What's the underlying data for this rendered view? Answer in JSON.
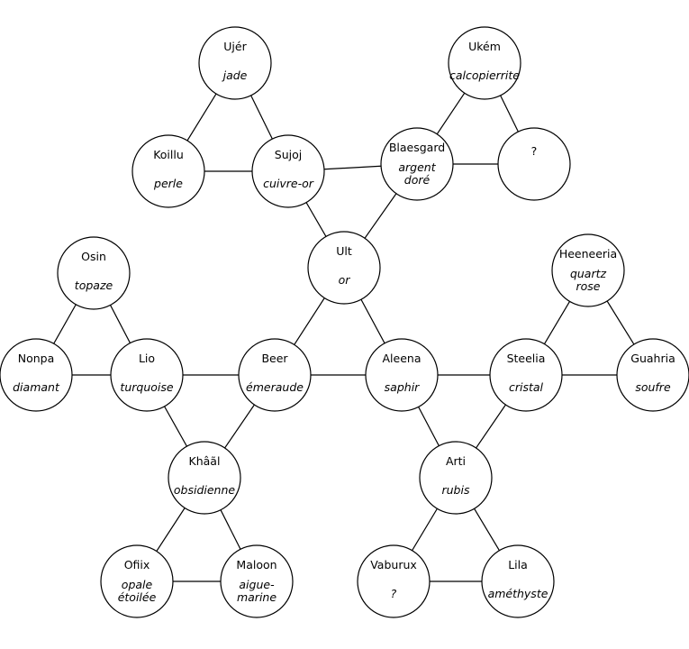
{
  "nodes": [
    {
      "id": "ujer",
      "name": "Ujér",
      "stone": [
        "jade"
      ]
    },
    {
      "id": "koillu",
      "name": "Koillu",
      "stone": [
        "perle"
      ]
    },
    {
      "id": "sujoj",
      "name": "Sujoj",
      "stone": [
        "cuivre-or"
      ]
    },
    {
      "id": "ukem",
      "name": "Ukém",
      "stone": [
        "calcopierrite"
      ]
    },
    {
      "id": "blaesgard",
      "name": "Blaesgard",
      "stone": [
        "argent",
        "doré"
      ]
    },
    {
      "id": "unknown1",
      "name": "?",
      "stone": []
    },
    {
      "id": "ult",
      "name": "Ult",
      "stone": [
        "or"
      ]
    },
    {
      "id": "osin",
      "name": "Osin",
      "stone": [
        "topaze"
      ]
    },
    {
      "id": "nonpa",
      "name": "Nonpa",
      "stone": [
        "diamant"
      ]
    },
    {
      "id": "lio",
      "name": "Lio",
      "stone": [
        "turquoise"
      ]
    },
    {
      "id": "beer",
      "name": "Beer",
      "stone": [
        "émeraude"
      ]
    },
    {
      "id": "aleena",
      "name": "Aleena",
      "stone": [
        "saphir"
      ]
    },
    {
      "id": "steelia",
      "name": "Steelia",
      "stone": [
        "cristal"
      ]
    },
    {
      "id": "heeneeria",
      "name": "Heeneeria",
      "stone": [
        "quartz",
        "rose"
      ]
    },
    {
      "id": "guahria",
      "name": "Guahria",
      "stone": [
        "soufre"
      ]
    },
    {
      "id": "khaal",
      "name": "Khâãl",
      "stone": [
        "obsidienne"
      ]
    },
    {
      "id": "ofiix",
      "name": "Ofiix",
      "stone": [
        "opale",
        "étoilée"
      ]
    },
    {
      "id": "maloon",
      "name": "Maloon",
      "stone": [
        "aigue-",
        "marine"
      ]
    },
    {
      "id": "arti",
      "name": "Arti",
      "stone": [
        "rubis"
      ]
    },
    {
      "id": "vaburux",
      "name": "Vaburux",
      "stone": [
        "?"
      ]
    },
    {
      "id": "lila",
      "name": "Lila",
      "stone": [
        "améthyste"
      ]
    }
  ],
  "edges": [
    [
      "ujer",
      "koillu"
    ],
    [
      "ujer",
      "sujoj"
    ],
    [
      "koillu",
      "sujoj"
    ],
    [
      "ukem",
      "blaesgard"
    ],
    [
      "ukem",
      "unknown1"
    ],
    [
      "blaesgard",
      "unknown1"
    ],
    [
      "sujoj",
      "blaesgard"
    ],
    [
      "sujoj",
      "ult"
    ],
    [
      "blaesgard",
      "ult"
    ],
    [
      "osin",
      "nonpa"
    ],
    [
      "osin",
      "lio"
    ],
    [
      "nonpa",
      "lio"
    ],
    [
      "lio",
      "beer"
    ],
    [
      "lio",
      "khaal"
    ],
    [
      "beer",
      "khaal"
    ],
    [
      "ult",
      "beer"
    ],
    [
      "ult",
      "aleena"
    ],
    [
      "beer",
      "aleena"
    ],
    [
      "aleena",
      "steelia"
    ],
    [
      "aleena",
      "arti"
    ],
    [
      "steelia",
      "arti"
    ],
    [
      "heeneeria",
      "steelia"
    ],
    [
      "heeneeria",
      "guahria"
    ],
    [
      "steelia",
      "guahria"
    ],
    [
      "khaal",
      "ofiix"
    ],
    [
      "khaal",
      "maloon"
    ],
    [
      "ofiix",
      "maloon"
    ],
    [
      "arti",
      "vaburux"
    ],
    [
      "arti",
      "lila"
    ],
    [
      "vaburux",
      "lila"
    ]
  ]
}
